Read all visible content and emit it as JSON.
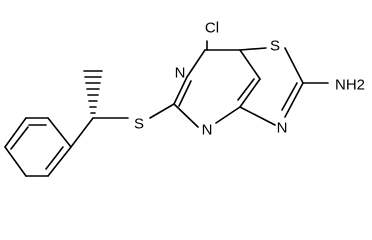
{
  "atoms": {
    "cl": "Cl",
    "s_ring": "S",
    "nh2": "NH2",
    "n_ring_top": "N",
    "n_ring_bottom": "N",
    "n_thiazole": "N",
    "s_thioether": "S"
  },
  "stereo_wedge": "hashed"
}
